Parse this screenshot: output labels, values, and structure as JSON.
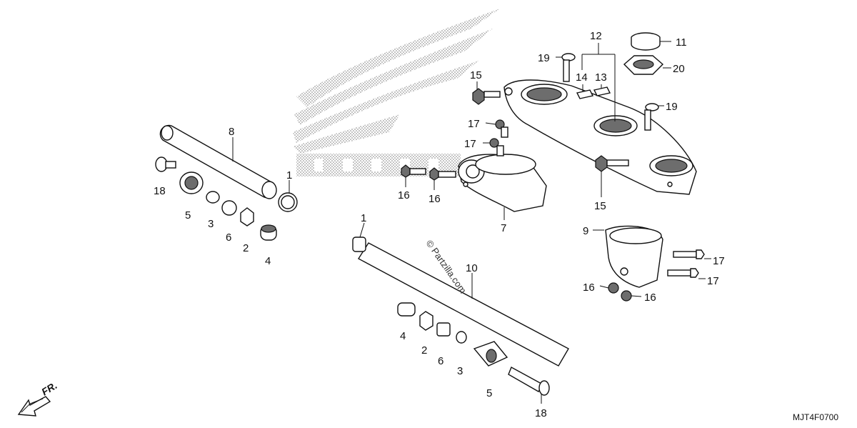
{
  "diagram": {
    "code": "MJT4F0700",
    "watermark": "© Partzilla.com",
    "direction_label": "FR."
  },
  "callouts": [
    {
      "id": "c1a",
      "text": "1"
    },
    {
      "id": "c1b",
      "text": "1"
    },
    {
      "id": "c2a",
      "text": "2"
    },
    {
      "id": "c2b",
      "text": "2"
    },
    {
      "id": "c3a",
      "text": "3"
    },
    {
      "id": "c3b",
      "text": "3"
    },
    {
      "id": "c4a",
      "text": "4"
    },
    {
      "id": "c4b",
      "text": "4"
    },
    {
      "id": "c5a",
      "text": "5"
    },
    {
      "id": "c5b",
      "text": "5"
    },
    {
      "id": "c6a",
      "text": "6"
    },
    {
      "id": "c6b",
      "text": "6"
    },
    {
      "id": "c7",
      "text": "7"
    },
    {
      "id": "c8",
      "text": "8"
    },
    {
      "id": "c9",
      "text": "9"
    },
    {
      "id": "c10",
      "text": "10"
    },
    {
      "id": "c11",
      "text": "11"
    },
    {
      "id": "c12",
      "text": "12"
    },
    {
      "id": "c13",
      "text": "13"
    },
    {
      "id": "c14",
      "text": "14"
    },
    {
      "id": "c15a",
      "text": "15"
    },
    {
      "id": "c15b",
      "text": "15"
    },
    {
      "id": "c16a",
      "text": "16"
    },
    {
      "id": "c16b",
      "text": "16"
    },
    {
      "id": "c16c",
      "text": "16"
    },
    {
      "id": "c16d",
      "text": "16"
    },
    {
      "id": "c17a",
      "text": "17"
    },
    {
      "id": "c17b",
      "text": "17"
    },
    {
      "id": "c17c",
      "text": "17"
    },
    {
      "id": "c17d",
      "text": "17"
    },
    {
      "id": "c18a",
      "text": "18"
    },
    {
      "id": "c18b",
      "text": "18"
    },
    {
      "id": "c19a",
      "text": "19"
    },
    {
      "id": "c19b",
      "text": "19"
    },
    {
      "id": "c20",
      "text": "20"
    }
  ]
}
